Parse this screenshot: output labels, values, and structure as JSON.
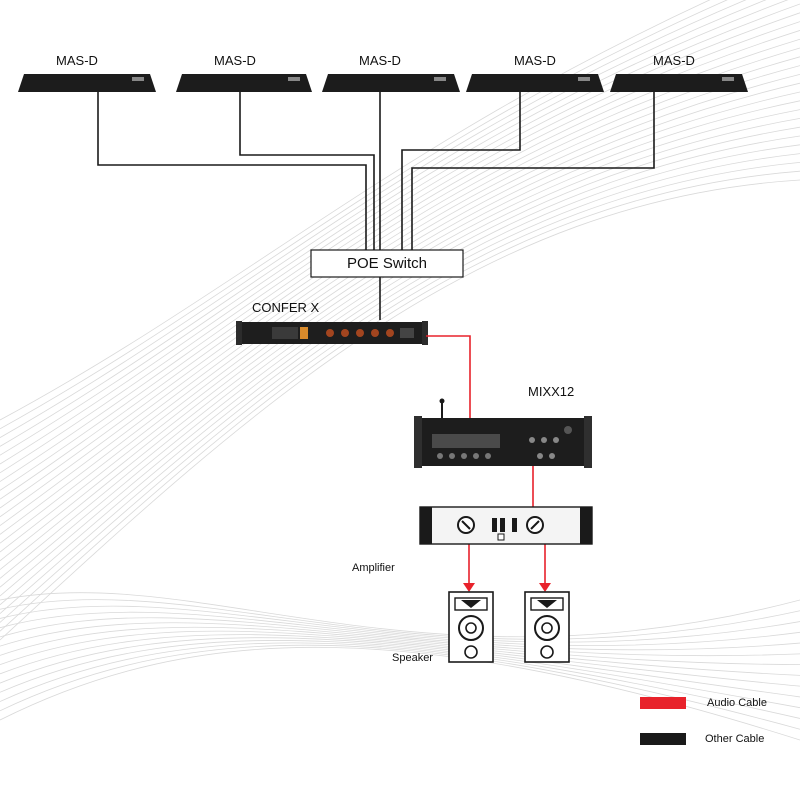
{
  "mic_units": [
    {
      "label": "MAS-D"
    },
    {
      "label": "MAS-D"
    },
    {
      "label": "MAS-D"
    },
    {
      "label": "MAS-D"
    },
    {
      "label": "MAS-D"
    }
  ],
  "poe_switch": {
    "label": "POE Switch"
  },
  "processor": {
    "label": "CONFER X"
  },
  "mixer": {
    "label": "MIXX12"
  },
  "amplifier": {
    "label": "Amplifier"
  },
  "speaker": {
    "label": "Speaker"
  },
  "legend": {
    "items": [
      {
        "label": "Audio Cable",
        "color": "#e8222b"
      },
      {
        "label": "Other Cable",
        "color": "#1a1a1a"
      }
    ]
  },
  "colors": {
    "audio_cable": "#e8222b",
    "other_cable": "#1a1a1a",
    "background_lines": "#d6d6d6"
  }
}
